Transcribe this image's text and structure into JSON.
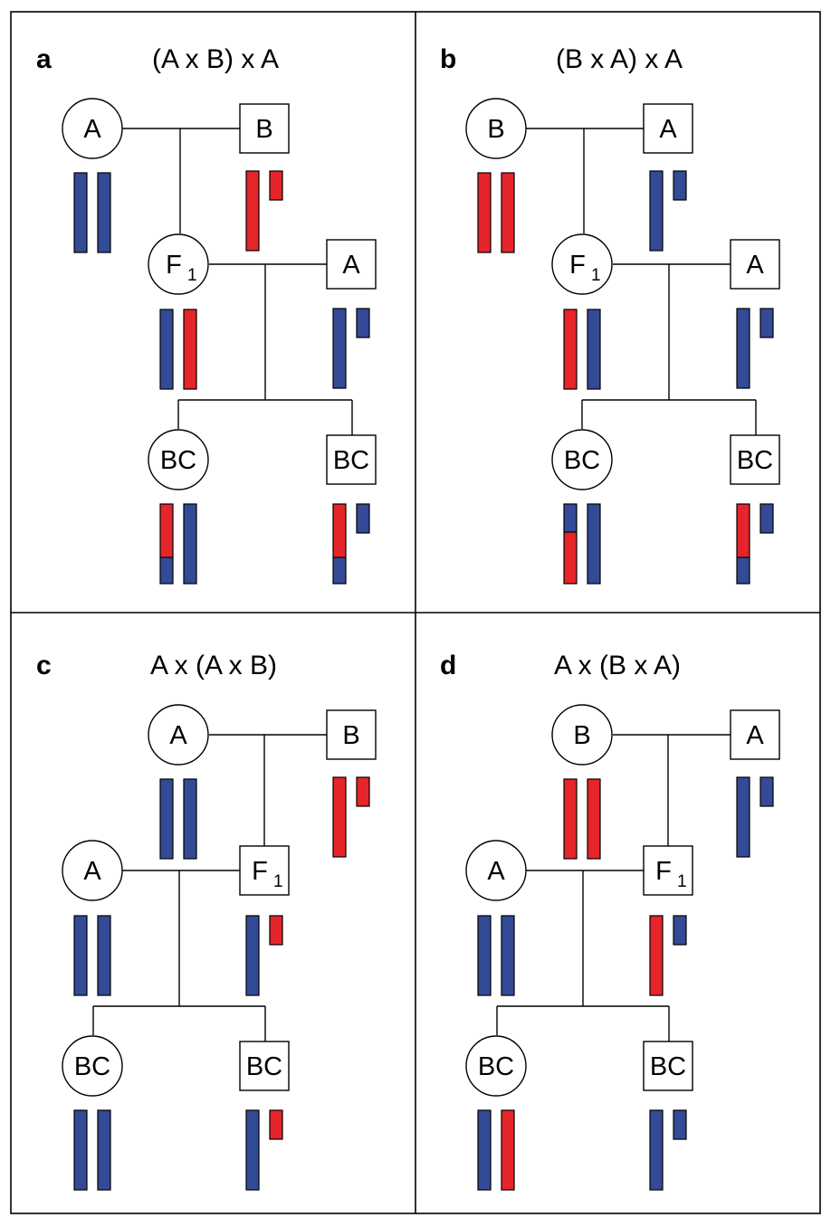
{
  "colors": {
    "A": "#334a96",
    "B": "#e5252a",
    "outline": "#000000",
    "background": "#ffffff"
  },
  "panels": [
    {
      "id": "a",
      "label": "a",
      "title": "(A x B) x A",
      "nodes": [
        {
          "id": "p1",
          "shape": "circle",
          "label": "A",
          "sub": ""
        },
        {
          "id": "p2",
          "shape": "square",
          "label": "B",
          "sub": ""
        },
        {
          "id": "f1",
          "shape": "circle",
          "label": "F",
          "sub": "1"
        },
        {
          "id": "mate",
          "shape": "square",
          "label": "A",
          "sub": ""
        },
        {
          "id": "bc1",
          "shape": "circle",
          "label": "BC",
          "sub": ""
        },
        {
          "id": "bc2",
          "shape": "square",
          "label": "BC",
          "sub": ""
        }
      ],
      "chromosomes": {
        "p1": [
          [
            "A"
          ],
          [
            "A"
          ]
        ],
        "p2": [
          [
            "B"
          ],
          [
            "B"
          ]
        ],
        "f1": [
          [
            "A"
          ],
          [
            "B"
          ]
        ],
        "mate": [
          [
            "A"
          ],
          [
            "A"
          ]
        ],
        "bc1": [
          [
            "B",
            "A"
          ],
          [
            "A"
          ]
        ],
        "bc2": [
          [
            "B",
            "A"
          ],
          [
            "A"
          ]
        ]
      }
    },
    {
      "id": "b",
      "label": "b",
      "title": "(B x A) x A",
      "nodes": [
        {
          "id": "p1",
          "shape": "circle",
          "label": "B",
          "sub": ""
        },
        {
          "id": "p2",
          "shape": "square",
          "label": "A",
          "sub": ""
        },
        {
          "id": "f1",
          "shape": "circle",
          "label": "F",
          "sub": "1"
        },
        {
          "id": "mate",
          "shape": "square",
          "label": "A",
          "sub": ""
        },
        {
          "id": "bc1",
          "shape": "circle",
          "label": "BC",
          "sub": ""
        },
        {
          "id": "bc2",
          "shape": "square",
          "label": "BC",
          "sub": ""
        }
      ],
      "chromosomes": {
        "p1": [
          [
            "B"
          ],
          [
            "B"
          ]
        ],
        "p2": [
          [
            "A"
          ],
          [
            "A"
          ]
        ],
        "f1": [
          [
            "B"
          ],
          [
            "A"
          ]
        ],
        "mate": [
          [
            "A"
          ],
          [
            "A"
          ]
        ],
        "bc1": [
          [
            "A",
            "B"
          ],
          [
            "A"
          ]
        ],
        "bc2": [
          [
            "B",
            "A"
          ],
          [
            "A"
          ]
        ]
      }
    },
    {
      "id": "c",
      "label": "c",
      "title": "A x (A x B)",
      "nodes": [
        {
          "id": "p1",
          "shape": "circle",
          "label": "A",
          "sub": ""
        },
        {
          "id": "p2",
          "shape": "square",
          "label": "B",
          "sub": ""
        },
        {
          "id": "mate",
          "shape": "circle",
          "label": "A",
          "sub": ""
        },
        {
          "id": "f1",
          "shape": "square",
          "label": "F",
          "sub": "1"
        },
        {
          "id": "bc1",
          "shape": "circle",
          "label": "BC",
          "sub": ""
        },
        {
          "id": "bc2",
          "shape": "square",
          "label": "BC",
          "sub": ""
        }
      ],
      "chromosomes": {
        "p1": [
          [
            "A"
          ],
          [
            "A"
          ]
        ],
        "p2": [
          [
            "B"
          ],
          [
            "B"
          ]
        ],
        "mate": [
          [
            "A"
          ],
          [
            "A"
          ]
        ],
        "f1": [
          [
            "A"
          ],
          [
            "B"
          ]
        ],
        "bc1": [
          [
            "A"
          ],
          [
            "A"
          ]
        ],
        "bc2": [
          [
            "A"
          ],
          [
            "B"
          ]
        ]
      }
    },
    {
      "id": "d",
      "label": "d",
      "title": "A x (B x A)",
      "nodes": [
        {
          "id": "p1",
          "shape": "circle",
          "label": "B",
          "sub": ""
        },
        {
          "id": "p2",
          "shape": "square",
          "label": "A",
          "sub": ""
        },
        {
          "id": "mate",
          "shape": "circle",
          "label": "A",
          "sub": ""
        },
        {
          "id": "f1",
          "shape": "square",
          "label": "F",
          "sub": "1"
        },
        {
          "id": "bc1",
          "shape": "circle",
          "label": "BC",
          "sub": ""
        },
        {
          "id": "bc2",
          "shape": "square",
          "label": "BC",
          "sub": ""
        }
      ],
      "chromosomes": {
        "p1": [
          [
            "B"
          ],
          [
            "B"
          ]
        ],
        "p2": [
          [
            "A"
          ],
          [
            "A"
          ]
        ],
        "mate": [
          [
            "A"
          ],
          [
            "A"
          ]
        ],
        "f1": [
          [
            "B"
          ],
          [
            "A"
          ]
        ],
        "bc1": [
          [
            "A"
          ],
          [
            "B"
          ]
        ],
        "bc2": [
          [
            "A"
          ],
          [
            "A"
          ]
        ]
      }
    }
  ]
}
